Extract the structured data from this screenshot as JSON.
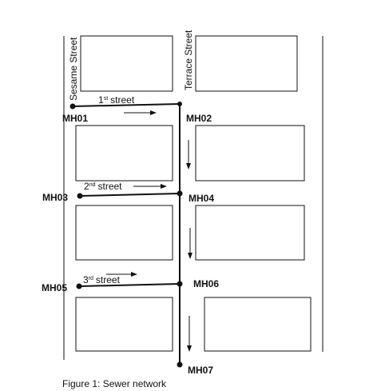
{
  "diagram": {
    "streets": {
      "sesame": "Sesame Street",
      "terrace": "Terrace Street",
      "first": {
        "ordinal": "1",
        "suffix": "st",
        "word": "street"
      },
      "second": {
        "ordinal": "2",
        "suffix": "nd",
        "word": "street"
      },
      "third": {
        "ordinal": "3",
        "suffix": "rd",
        "word": "street"
      }
    },
    "manholes": {
      "mh01": "MH01",
      "mh02": "MH02",
      "mh03": "MH03",
      "mh04": "MH04",
      "mh05": "MH05",
      "mh06": "MH06",
      "mh07": "MH07"
    },
    "caption": "Figure 1: Sewer network"
  }
}
